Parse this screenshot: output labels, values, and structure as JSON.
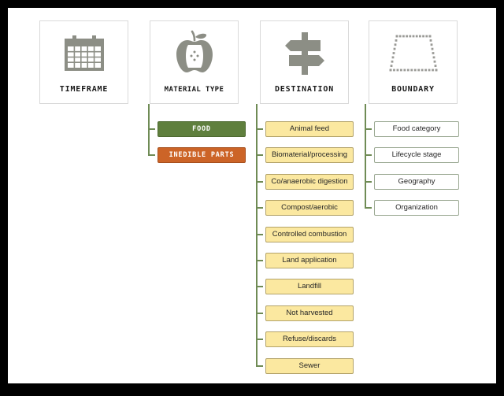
{
  "diagram": {
    "columns": [
      {
        "id": "timeframe",
        "title": "TIMEFRAME",
        "icon": "calendar-icon",
        "items": []
      },
      {
        "id": "material-type",
        "title": "MATERIAL TYPE",
        "icon": "apple-core-icon",
        "items": [
          {
            "label": "FOOD",
            "style": "green"
          },
          {
            "label": "INEDIBLE PARTS",
            "style": "orange"
          }
        ]
      },
      {
        "id": "destination",
        "title": "DESTINATION",
        "icon": "signpost-icon",
        "items": [
          {
            "label": "Animal feed",
            "style": "yellow"
          },
          {
            "label": "Biomaterial/processing",
            "style": "yellow"
          },
          {
            "label": "Co/anaerobic digestion",
            "style": "yellow"
          },
          {
            "label": "Compost/aerobic",
            "style": "yellow"
          },
          {
            "label": "Controlled combustion",
            "style": "yellow"
          },
          {
            "label": "Land application",
            "style": "yellow"
          },
          {
            "label": "Landfill",
            "style": "yellow"
          },
          {
            "label": "Not harvested",
            "style": "yellow"
          },
          {
            "label": "Refuse/discards",
            "style": "yellow"
          },
          {
            "label": "Sewer",
            "style": "yellow"
          }
        ]
      },
      {
        "id": "boundary",
        "title": "BOUNDARY",
        "icon": "dotted-trapezoid-icon",
        "items": [
          {
            "label": "Food category",
            "style": "white"
          },
          {
            "label": "Lifecycle stage",
            "style": "white"
          },
          {
            "label": "Geography",
            "style": "white"
          },
          {
            "label": "Organization",
            "style": "white"
          }
        ]
      }
    ],
    "colors": {
      "frame": "#000000",
      "canvas": "#ffffff",
      "card_border": "#d9d9d9",
      "icon_gray": "#8c8e85",
      "connector_green": "#6f8b55",
      "food_green": "#5f7f3d",
      "inedible_orange": "#cc6427",
      "item_yellow": "#fbe8a0",
      "item_yellow_border": "#b3a36a",
      "item_white_border": "#9aa892"
    }
  }
}
